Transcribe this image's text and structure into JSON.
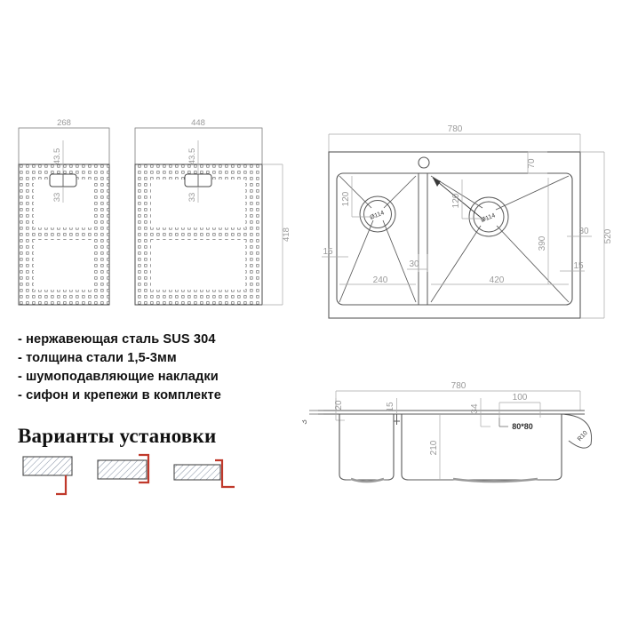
{
  "document": {
    "type": "technical-drawing",
    "subject": "kitchen-sink-double-bowl",
    "units": "mm"
  },
  "colors": {
    "line": "#4a4a4a",
    "dim_line": "#a9a9a9",
    "dim_text": "#9a9a9a",
    "text": "#111111",
    "accent_red": "#c0392b",
    "hatch": "#8c98a8",
    "background": "#ffffff"
  },
  "pads": {
    "title": "sound-dampening-pad-templates",
    "items": [
      {
        "name": "pad-small",
        "width_label": "268",
        "height_label": "418",
        "slot_offset_label": "43.5",
        "slot_height_label": "33"
      },
      {
        "name": "pad-large",
        "width_label": "448",
        "height_label": "418",
        "slot_offset_label": "43.5",
        "slot_height_label": "33"
      }
    ]
  },
  "top_view": {
    "name": "sink-top-view",
    "overall_width": "780",
    "overall_height": "520",
    "tap_hole_offset": "70",
    "left_bowl": {
      "drain_offset_vertical": "120",
      "drain_diameter": "Ø114",
      "bowl_width": "240",
      "edge_left": "15",
      "divider": "30"
    },
    "right_bowl": {
      "drain_offset_vertical": "120",
      "drain_diameter": "Ø114",
      "bowl_width": "420",
      "bowl_depth_label": "390",
      "edge_right": "15",
      "rim_right": "30"
    }
  },
  "side_view": {
    "name": "sink-section-view",
    "overall_width": "780",
    "bowl_depth": "210",
    "rim_left": "20",
    "thickness": "3",
    "divider_top": "15",
    "drain_offset": "34",
    "drain_square": "80*80",
    "outlet_span": "100",
    "radius_label": "R10"
  },
  "specs": {
    "heading": "material-specifications",
    "lines": [
      "- нержавеющая сталь SUS 304",
      "- толщина стали 1,5-3мм",
      "- шумоподавляющие накладки",
      "- сифон и крепежи в комплекте"
    ]
  },
  "variants": {
    "title": "Варианты установки",
    "options": [
      {
        "name": "variant-overmount",
        "label": ""
      },
      {
        "name": "variant-flushmount",
        "label": ""
      },
      {
        "name": "variant-undermount",
        "label": ""
      }
    ]
  }
}
